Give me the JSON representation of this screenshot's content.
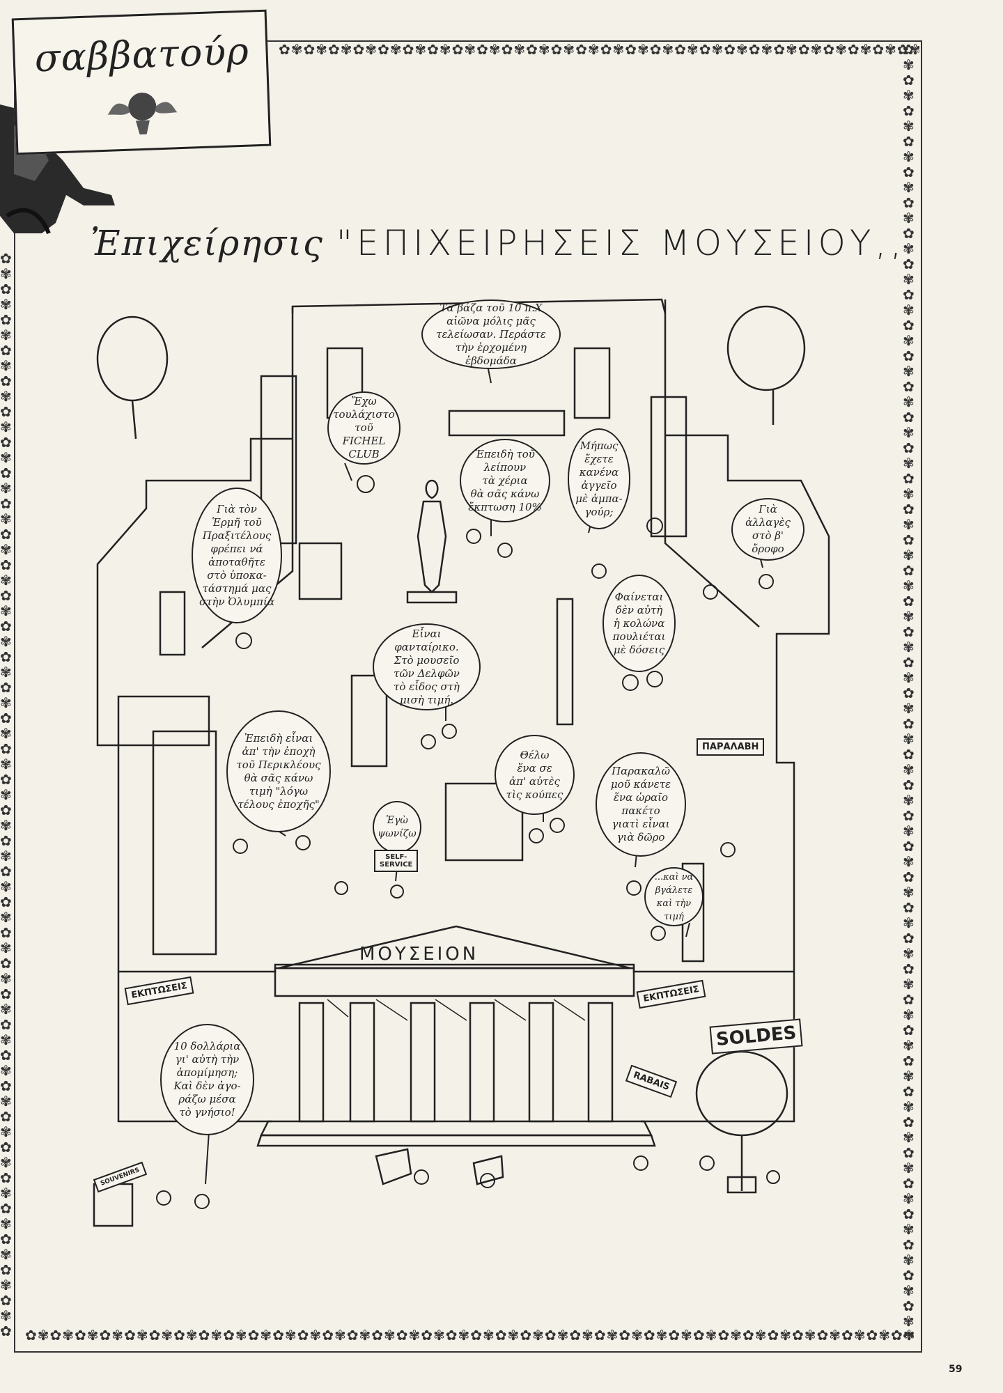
{
  "header": {
    "column_title": "σαββατούρ",
    "headline_script": "Ἐπιχείρησις",
    "headline_caps": "\"ΕΠΙΧΕΙΡΗΣΕΙΣ ΜΟΥΣΕΙΟΥ,,"
  },
  "bubbles": [
    {
      "id": "vases",
      "text": "Τὰ βάζα τοῦ 10 π.Χ\nαἰῶνα μόλις μᾶς\nτελείωσαν. Περάστε\nτὴν ἐρχομένη ἑβδομάδα"
    },
    {
      "id": "fichel",
      "text": "Ἔχω\nτουλάχιστο\nτοῦ FICHEL\nCLUB"
    },
    {
      "id": "hands",
      "text": "Ἐπειδὴ τοῦ\nλείπουν\nτὰ χέρια\nθὰ σᾶς κάνω\nἔκπτωση 10%"
    },
    {
      "id": "mipos",
      "text": "Μήπως\nἔχετε\nκανένα\nἀγγεῖο\nμὲ ἀμπα-\nγούρ;"
    },
    {
      "id": "allages",
      "text": "Γιὰ ἀλλαγὲς\nστὸ β' ὄροφο"
    },
    {
      "id": "ermis",
      "text": "Γιὰ τὸν\nἙρμῆ τοῦ\nΠραξιτέλους\nφρέπει νά\nἀποταθῆτε\nστὸ ὑποκα-\nτάστημά μας\nστὴν Ὀλυμπία"
    },
    {
      "id": "kolona",
      "text": "Φαίνεται\nδὲν αὐτὴ\nἡ κολώνα\nπουλιέται\nμὲ δόσεις"
    },
    {
      "id": "delfon",
      "text": "Εἶναι φανταίρικο.\nΣτὸ μουσεῖο\nτῶν Δελφῶν\nτὸ εἶδος στὴ\nμισὴ τιμή."
    },
    {
      "id": "perikleous",
      "text": "Ἐπειδὴ εἶναι\nἀπ' τὴν ἐποχὴ\nτοῦ Περικλέους\nθὰ σᾶς κάνω\nτιμὴ \"λόγω\nτέλους ἐποχῆς\""
    },
    {
      "id": "thelo",
      "text": "Θέλω\nἕνα σε\nἀπ' αὐτὲς\nτὶς κούπες"
    },
    {
      "id": "parakalo",
      "text": "Παρακαλῶ\nμοῦ κάνετε\nἕνα ὡραῖο\nπακέτο\nγιατὶ εἶναι\nγιὰ δῶρο"
    },
    {
      "id": "psonizo",
      "text": "Ἐγὼ\nψωνίζω"
    },
    {
      "id": "vgale",
      "text": "...καὶ νὰ\nβγάλετε\nκαὶ τὴν\nτιμή"
    },
    {
      "id": "dollaria",
      "text": "10 δολλάρια\nγι' αὐτὴ τὴν\nἀπομίμηση;\nΚαὶ δὲν ἀγο-\nράζω μέσα\nτὸ γνήσιο!"
    }
  ],
  "signs": {
    "mouseion": "ΜΟΥΣΕΙΟΝ",
    "paralavi": "ΠΑΡΑΛΑΒΗ",
    "self_service": "SELF-\nSERVICE",
    "ekptoseis_left": "ΕΚΠΤΩΣΕΙΣ",
    "ekptoseis_right": "ΕΚΠΤΩΣΕΙΣ",
    "soldes": "SOLDES",
    "rabais": "RABAIS",
    "souvenirs": "SOUVENIRS"
  },
  "page_number": "59"
}
